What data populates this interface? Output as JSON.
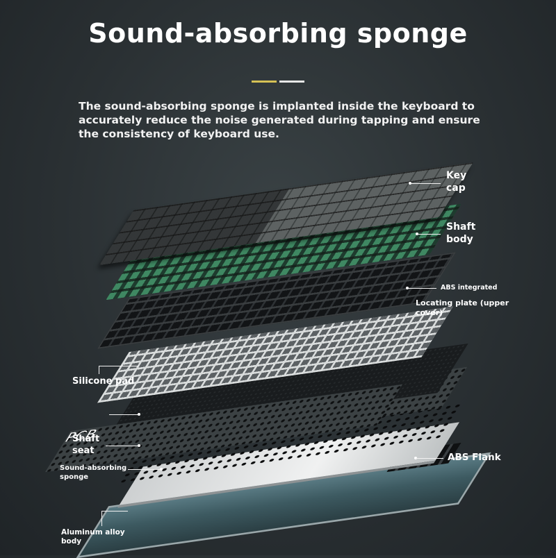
{
  "title": "Sound-absorbing sponge",
  "description_lines": [
    "The sound-absorbing sponge is implanted inside the keyboard to",
    "accurately reduce the noise generated during tapping and ensure",
    "the consistency of keyboard use."
  ],
  "accent_colors": {
    "left": "#d6c155",
    "right": "#e8e8e8"
  },
  "labels": {
    "key_cap": [
      "Key",
      "cap"
    ],
    "shaft_body": [
      "Shaft",
      "body"
    ],
    "abs_integrated": "ABS integrated",
    "locating_plate": [
      "Locating plate (upper",
      "cover)"
    ],
    "silicone_pad": "Silicone pad",
    "pcb": "PCB",
    "shaft_seat": [
      "Shaft",
      "seat"
    ],
    "abs_flank": "ABS Flank",
    "sound_absorbing_sponge": [
      "Sound-absorbing",
      "sponge"
    ],
    "aluminum_alloy_body": [
      "Aluminum alloy",
      "body"
    ]
  }
}
